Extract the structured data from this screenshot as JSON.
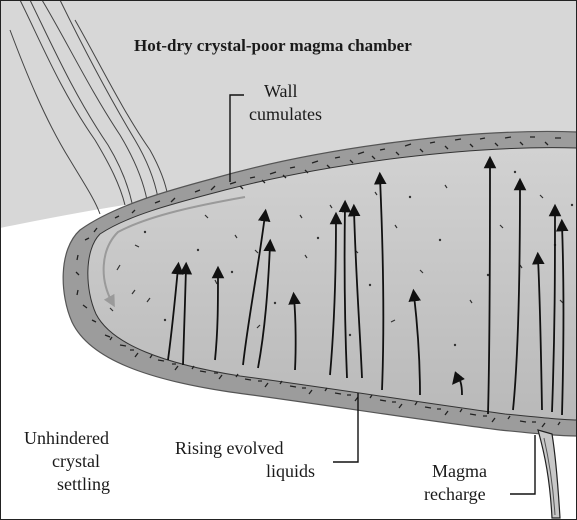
{
  "title": "Hot-dry crystal-poor magma chamber",
  "labels": {
    "wall_cumulates_line1": "Wall",
    "wall_cumulates_line2": "cumulates",
    "settling_line1": "Unhindered",
    "settling_line2": "crystal",
    "settling_line3": "settling",
    "rising_line1": "Rising evolved",
    "rising_line2": "liquids",
    "recharge_line1": "Magma",
    "recharge_line2": "recharge"
  },
  "colors": {
    "sky": "#d7d7d7",
    "ground": "#ffffff",
    "mush_rim": "#9c9c9c",
    "chamber_fill": "#c6c6c6",
    "arrows": "#111111",
    "settling_arrow": "#9a9a9a"
  }
}
